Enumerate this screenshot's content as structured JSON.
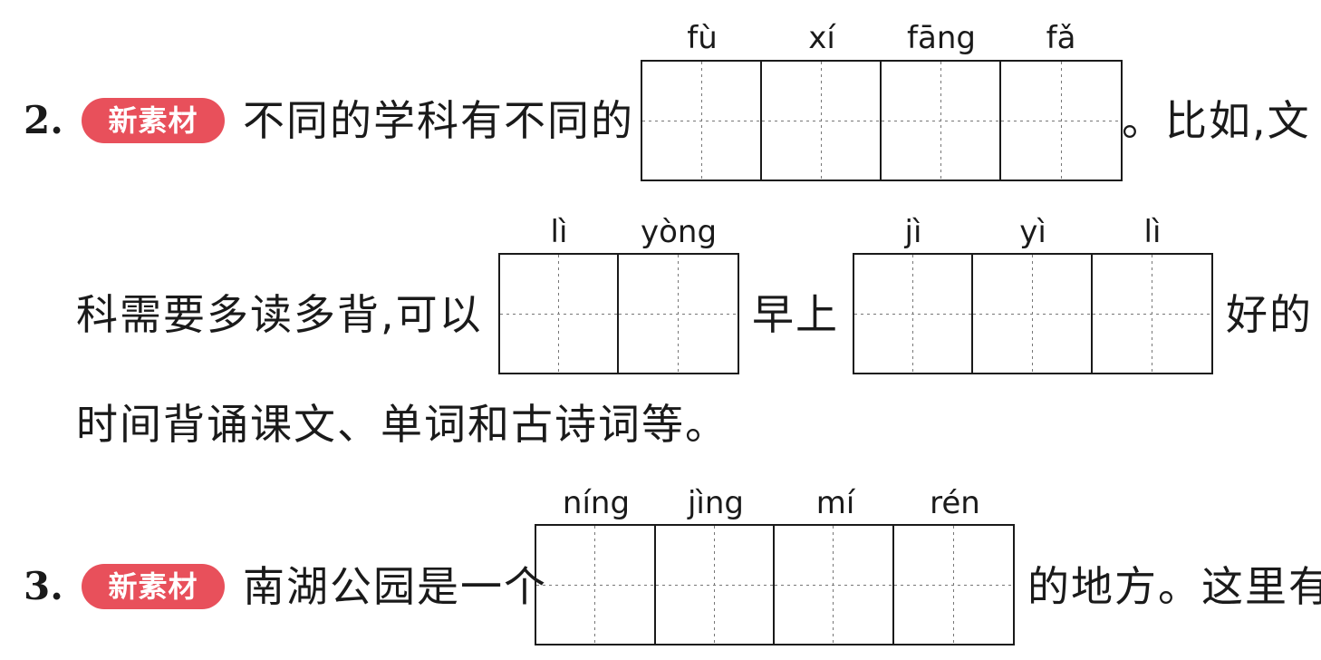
{
  "q2": {
    "number": "2.",
    "badge": "新素材",
    "line1_before": "不同的学科有不同的",
    "line1_after": "。比如,文",
    "line2_before": "科需要多读多背,可以",
    "line2_middle": "早上",
    "line2_after": "好的",
    "line3": "时间背诵课文、单词和古诗词等。",
    "blank1_pinyin": [
      "fù",
      "xí",
      "fāng",
      "fǎ"
    ],
    "blank2_pinyin": [
      "lì",
      "yòng"
    ],
    "blank3_pinyin": [
      "jì",
      "yì",
      "lì"
    ]
  },
  "q3": {
    "number": "3.",
    "badge": "新素材",
    "line1_before": "南湖公园是一个",
    "line1_after": "的地方。这里有",
    "blank1_pinyin": [
      "níng",
      "jìng",
      "mí",
      "rén"
    ]
  },
  "colors": {
    "badge": "#e8505b",
    "text": "#1a1a1a",
    "grid": "#1a1a1a"
  }
}
